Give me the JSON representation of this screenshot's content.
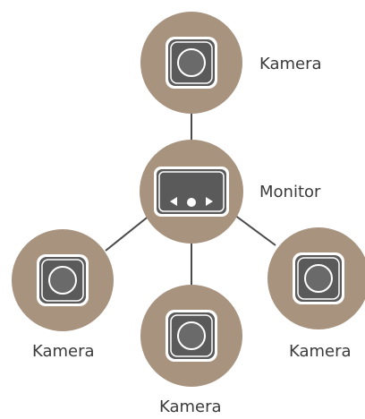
{
  "colors": {
    "node_fill": "#a8937f",
    "device_fill": "#5a5a5a",
    "device_border": "#ffffff",
    "connector": "#4a4a4a"
  },
  "nodes": {
    "camera_top": {
      "label": "Kamera",
      "icon": "camera-icon"
    },
    "monitor": {
      "label": "Monitor",
      "icon": "monitor-icon"
    },
    "camera_left": {
      "label": "Kamera",
      "icon": "camera-icon"
    },
    "camera_bottom": {
      "label": "Kamera",
      "icon": "camera-icon"
    },
    "camera_right": {
      "label": "Kamera",
      "icon": "camera-icon"
    }
  }
}
